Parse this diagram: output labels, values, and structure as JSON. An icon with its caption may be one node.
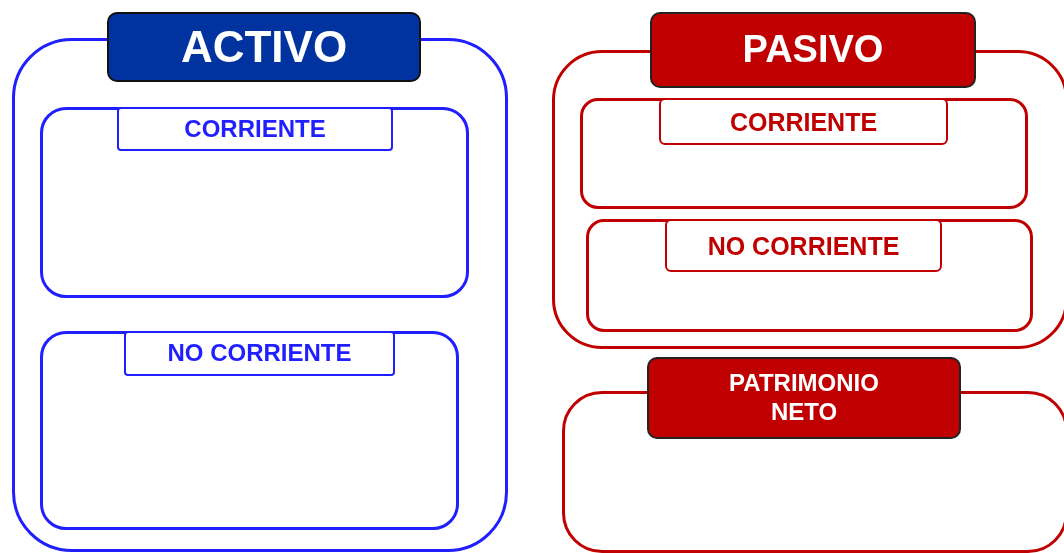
{
  "diagram": {
    "nodes": [
      {
        "text": [
          "ACTIVO"
        ]
      },
      {
        "text": [
          "CORRIENTE"
        ],
        "in": 0
      },
      {
        "text": [
          "NO CORRIENTE"
        ],
        "in": 0
      },
      {
        "text": [
          "PASIVO"
        ]
      },
      {
        "text": [
          "CORRIENTE"
        ],
        "in": 3
      },
      {
        "text": [
          "NO CORRIENTE"
        ],
        "in": 3
      },
      {
        "text": [
          "PATRIMONIO NETO"
        ]
      }
    ]
  }
}
